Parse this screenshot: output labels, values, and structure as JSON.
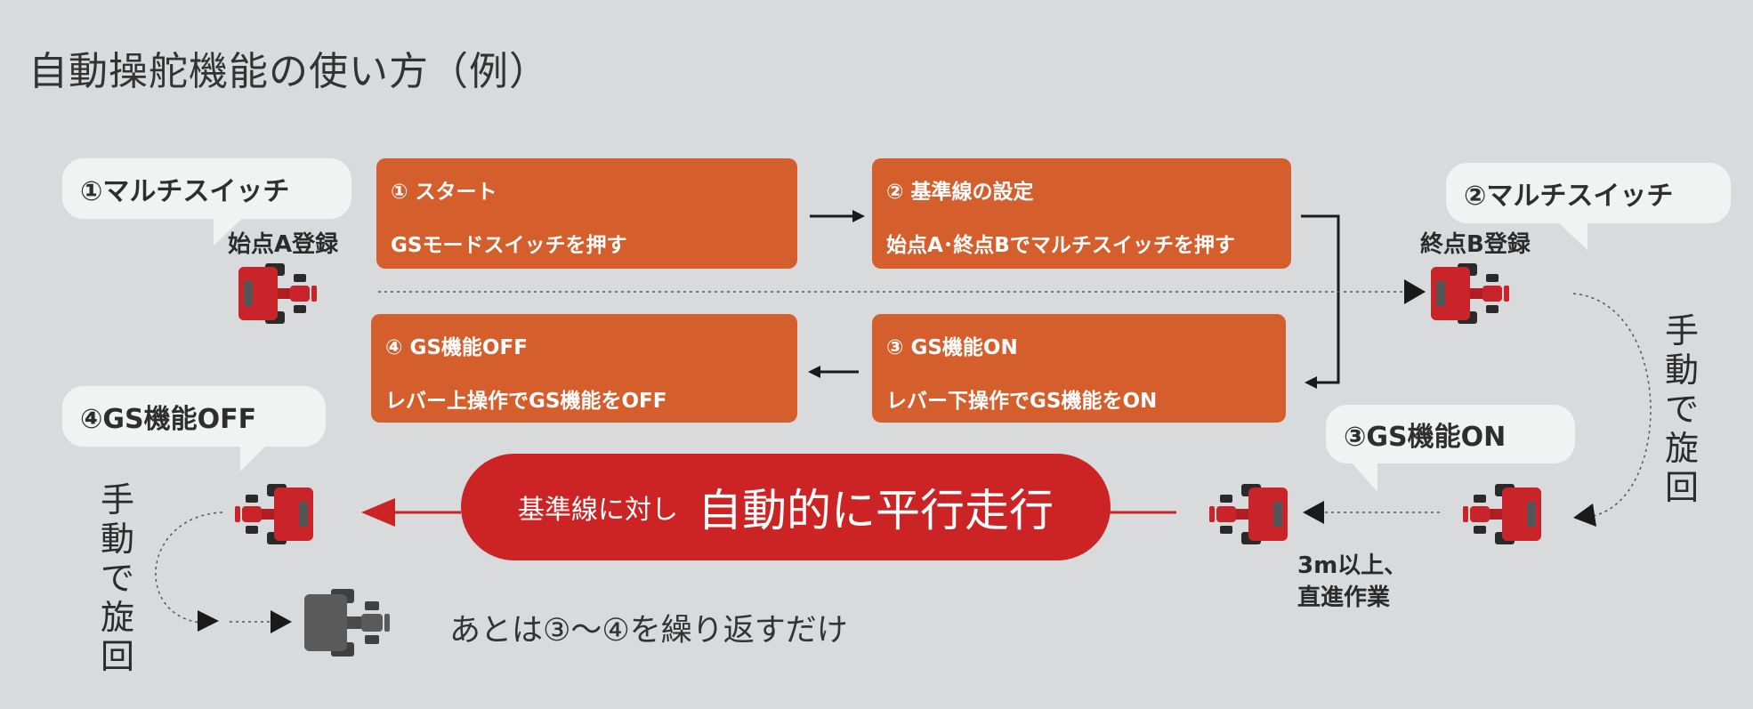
{
  "title": "自動操舵機能の使い方（例）",
  "bubbles": {
    "b1": "①マルチスイッチ",
    "b2": "②マルチスイッチ",
    "b3": "③GS機能ON",
    "b4": "④GS機能OFF"
  },
  "labels": {
    "start_a": "始点A登録",
    "end_b": "終点B登録",
    "manual_turn_right": "手動で旋回",
    "manual_turn_left": "手動で旋回",
    "distance": "3m以上、直進作業",
    "repeat": "あとは③～④を繰り返すだけ"
  },
  "steps": [
    {
      "title": "① スタート",
      "desc": "GSモードスイッチを押す"
    },
    {
      "title": "② 基準線の設定",
      "desc": "始点A･終点Bでマルチスイッチを押す"
    },
    {
      "title": "③ GS機能ON",
      "desc": "レバー下操作でGS機能をON"
    },
    {
      "title": "④ GS機能OFF",
      "desc": "レバー上操作でGS機能をOFF"
    }
  ],
  "banner": {
    "small": "基準線に対し",
    "big": "自動的に平行走行"
  },
  "colors": {
    "background": "#d9dadb",
    "step_box": "#d45f2c",
    "banner": "#cc2424",
    "tractor_red": "#c9242a",
    "tractor_gray": "#5a5a5a"
  }
}
